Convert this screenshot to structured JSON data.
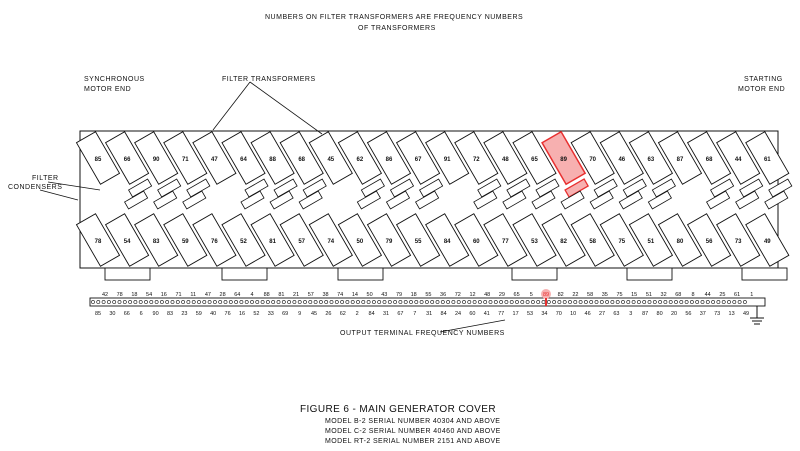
{
  "header": {
    "line1": "NUMBERS ON FILTER TRANSFORMERS ARE FREQUENCY NUMBERS",
    "line2": "OF TRANSFORMERS"
  },
  "labels": {
    "sync_end_1": "SYNCHRONOUS",
    "sync_end_2": "MOTOR END",
    "filter_transformers": "FILTER TRANSFORMERS",
    "starting_end_1": "STARTING",
    "starting_end_2": "MOTOR END",
    "filter_condensers_1": "FILTER",
    "filter_condensers_2": "CONDENSERS",
    "output_terminal": "OUTPUT TERMINAL FREQUENCY NUMBERS"
  },
  "top_transformers": [
    "85",
    "66",
    "90",
    "71",
    "47",
    "64",
    "88",
    "68",
    "45",
    "62",
    "86",
    "67",
    "91",
    "72",
    "48",
    "65",
    "89",
    "70",
    "46",
    "63",
    "87",
    "68",
    "44",
    "61"
  ],
  "bottom_transformers": [
    "78",
    "54",
    "83",
    "59",
    "76",
    "52",
    "81",
    "57",
    "74",
    "50",
    "79",
    "55",
    "84",
    "60",
    "77",
    "53",
    "82",
    "58",
    "75",
    "51",
    "80",
    "56",
    "73",
    "49"
  ],
  "terminal_top": [
    "42",
    "78",
    "18",
    "54",
    "16",
    "71",
    "11",
    "47",
    "28",
    "64",
    "4",
    "88",
    "81",
    "21",
    "57",
    "38",
    "74",
    "14",
    "50",
    "43",
    "79",
    "18",
    "55",
    "36",
    "72",
    "12",
    "48",
    "29",
    "65",
    "5",
    "89",
    "82",
    "22",
    "58",
    "35",
    "75",
    "15",
    "51",
    "32",
    "68",
    "8",
    "44",
    "25",
    "61",
    "1"
  ],
  "terminal_bottom": [
    "85",
    "30",
    "66",
    "6",
    "90",
    "83",
    "23",
    "59",
    "40",
    "76",
    "16",
    "52",
    "33",
    "69",
    "9",
    "45",
    "26",
    "62",
    "2",
    "84",
    "31",
    "67",
    "7",
    "31",
    "84",
    "24",
    "60",
    "41",
    "77",
    "17",
    "53",
    "34",
    "70",
    "10",
    "46",
    "27",
    "63",
    "3",
    "87",
    "80",
    "20",
    "56",
    "37",
    "73",
    "13",
    "49"
  ],
  "highlight": {
    "value": "89",
    "color": "#e83030",
    "fill": "#f7b0b0"
  },
  "caption": {
    "title": "FIGURE 6   - MAIN GENERATOR COVER",
    "line1": "MODEL B-2 SERIAL NUMBER 40304 AND ABOVE",
    "line2": "MODEL C-2 SERIAL NUMBER 40460 AND ABOVE",
    "line3": "MODEL RT-2 SERIAL NUMBER 2151 AND ABOVE"
  }
}
